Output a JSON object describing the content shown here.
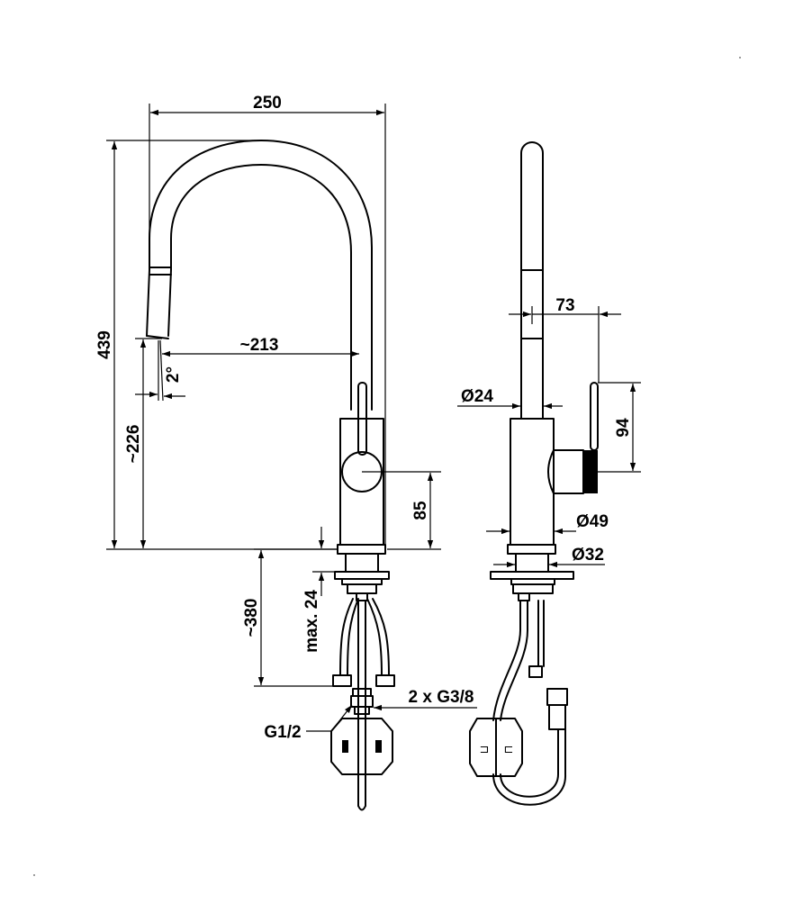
{
  "colors": {
    "line": "#000000",
    "background": "#ffffff"
  },
  "front_view": {
    "width_label": "250",
    "height_label": "439",
    "reach_label": "~213",
    "angle_label": "2°",
    "spout_height_label": "~226",
    "lever_height_label": "85",
    "hose_length_label": "~380",
    "deck_thickness_label": "max. 24",
    "connection_label": "2 x G3/8",
    "inlet_label": "G1/2"
  },
  "side_view": {
    "handle_offset_label": "73",
    "spout_diameter_label": "Ø24",
    "handle_height_label": "94",
    "body_diameter_label": "Ø49",
    "base_diameter_label": "Ø32"
  }
}
